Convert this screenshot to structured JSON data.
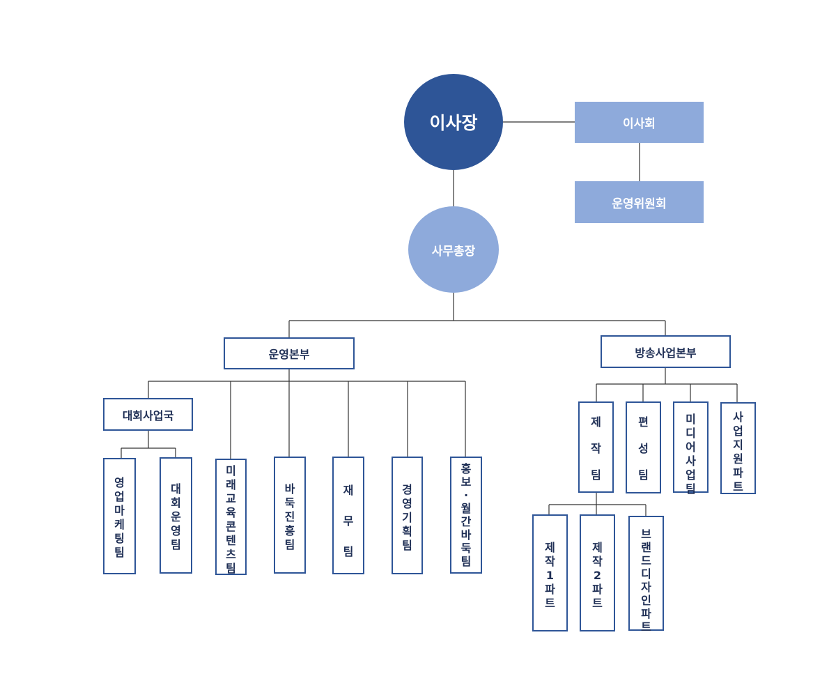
{
  "top": {
    "chairman": "이사장",
    "board": "이사회",
    "committee": "운영위원회",
    "secretary_general": "사무총장"
  },
  "divisions": {
    "operations": "운영본부",
    "broadcast": "방송사업본부"
  },
  "operations": {
    "bureau": "대회사업국",
    "bureau_teams": [
      "영업마케팅팀",
      "대회운영팀"
    ],
    "teams": [
      "미래교육콘텐츠팀",
      "바둑진흥팀",
      "재 무 팀",
      "경영기획팀",
      "홍보·월간바둑팀"
    ]
  },
  "broadcast": {
    "teams": [
      "제 작 팀",
      "편 성 팀",
      "미디어사업팀",
      "사업지원파트"
    ],
    "production_parts": [
      "제작1파트",
      "제작2파트",
      "브랜드디자인파트"
    ]
  },
  "colors": {
    "dark_blue": "#2e5597",
    "light_blue": "#8eaadb",
    "line": "#333333"
  }
}
